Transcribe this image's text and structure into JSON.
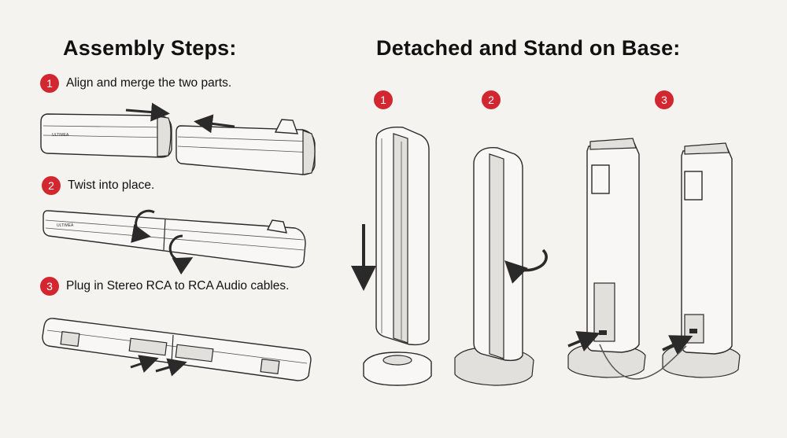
{
  "left": {
    "title": "Assembly Steps:",
    "steps": [
      {
        "number": "1",
        "text": "Align and merge the two parts."
      },
      {
        "number": "2",
        "text": "Twist into place."
      },
      {
        "number": "3",
        "text": "Plug in Stereo RCA to RCA Audio cables."
      }
    ]
  },
  "right": {
    "title": "Detached and Stand on Base:",
    "steps": [
      {
        "number": "1"
      },
      {
        "number": "2"
      },
      {
        "number": "3"
      }
    ]
  },
  "colors": {
    "badge": "#d22630",
    "background": "#f5f3ef"
  },
  "brand_label": "ULTIMEA"
}
